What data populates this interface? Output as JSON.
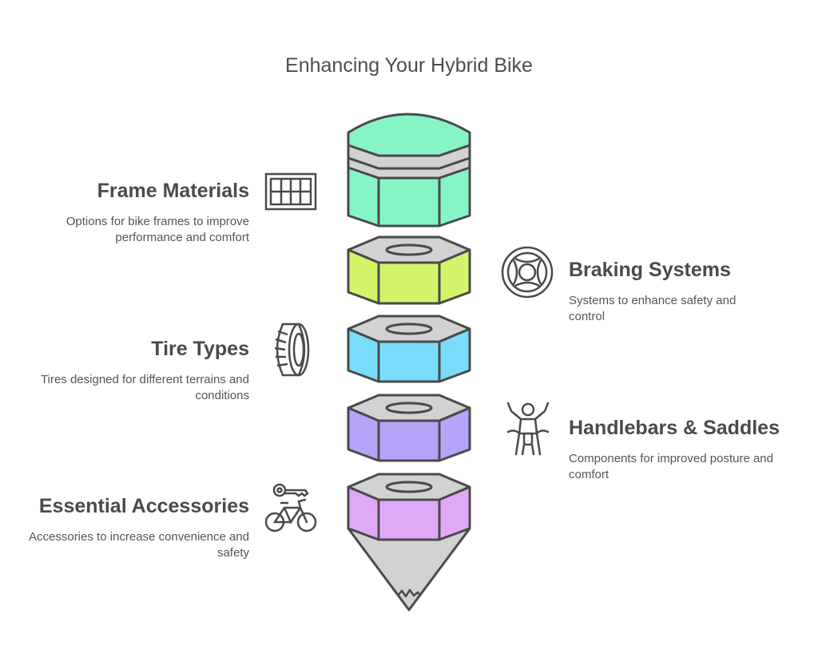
{
  "title": "Enhancing Your Hybrid Bike",
  "colors": {
    "cap": "#86f5c6",
    "frame_materials": "#d3f56b",
    "tire_types": "#79dcfa",
    "handlebars": "#b7a3f7",
    "accessories": "#e0a9f7",
    "gray": "#d2d2d2",
    "stroke": "#4a4a4a"
  },
  "items": [
    {
      "id": "frame_materials",
      "heading": "Frame Materials",
      "description": "Options for bike frames to improve performance and comfort",
      "icon": "grid-window-icon"
    },
    {
      "id": "braking_systems",
      "heading": "Braking Systems",
      "description": "Systems to enhance safety and control",
      "icon": "brake-disc-icon"
    },
    {
      "id": "tire_types",
      "heading": "Tire Types",
      "description": "Tires designed for different terrains and conditions",
      "icon": "tire-icon"
    },
    {
      "id": "handlebars_saddles",
      "heading": "Handlebars & Saddles",
      "description": "Components for improved posture and comfort",
      "icon": "rider-icon"
    },
    {
      "id": "essential_accessories",
      "heading": "Essential Accessories",
      "description": "Accessories to increase convenience and safety",
      "icon": "bike-key-icon"
    }
  ]
}
